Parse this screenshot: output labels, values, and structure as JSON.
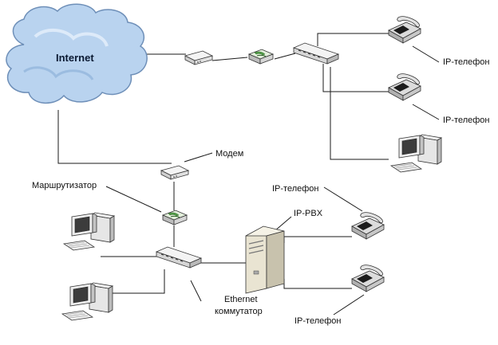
{
  "cloud": {
    "label": "Internet"
  },
  "labels": {
    "modem": "Модем",
    "router": "Маршрутизатор",
    "ipbx": "IP-PBX",
    "ethernet_line1": "Ethernet",
    "ethernet_line2": "коммутатор",
    "phone_top1": "IP-телефон",
    "phone_top2": "IP-телефон",
    "phone_mid": "IP-телефон",
    "phone_bottom": "IP-телефон"
  },
  "colors": {
    "cloud_fill": "#b9d3ef",
    "cloud_stroke": "#6e8fb8",
    "device_body": "#ececec",
    "device_shade": "#bdbdbd",
    "router_top": "#d9ead2",
    "router_green": "#55a84a",
    "monitor_screen": "#3a3a3a",
    "phone_body": "#d6d6d6",
    "phone_keys": "#1c1c1c"
  }
}
